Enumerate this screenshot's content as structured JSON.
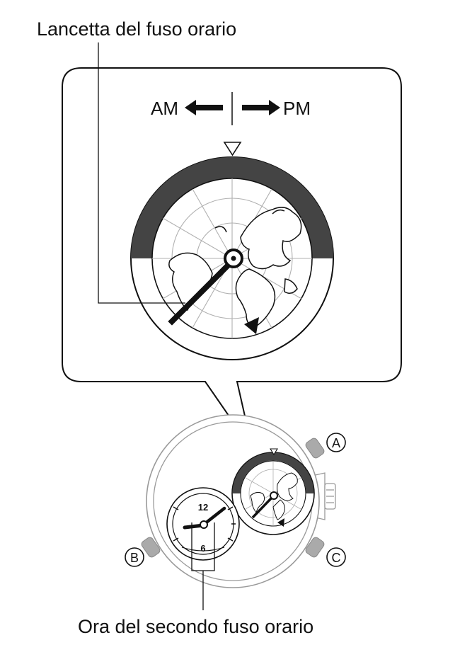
{
  "callouts": {
    "timezone_hand": "Lancetta del fuso orario",
    "second_timezone_time": "Ora del secondo fuso orario"
  },
  "direction": {
    "am": "AM",
    "pm": "PM"
  },
  "buttons": {
    "a": "A",
    "b": "B",
    "c": "C"
  },
  "subdial": {
    "twelve": "12",
    "six": "6"
  },
  "colors": {
    "ink": "#111111",
    "bezel_dark": "#444444",
    "button_gray": "#aaaaaa",
    "case_gray": "#9a9a9a"
  }
}
